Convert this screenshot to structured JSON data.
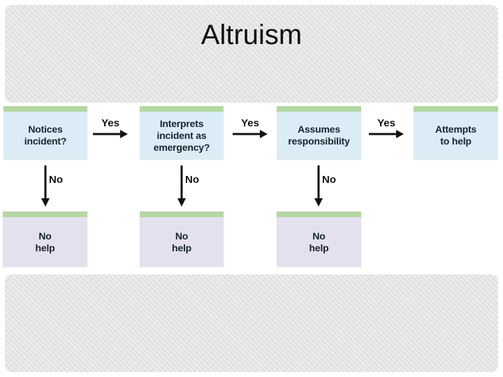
{
  "slide": {
    "title": "Altruism"
  },
  "flowchart": {
    "yes_label": "Yes",
    "no_label": "No",
    "steps": [
      {
        "label": "Notices\nincident?"
      },
      {
        "label": "Interprets\nincident as\nemergency?"
      },
      {
        "label": "Assumes\nresponsibility"
      },
      {
        "label": "Attempts\nto help"
      }
    ],
    "outcome_label": "No\nhelp"
  },
  "colors": {
    "panel_gray": "#e3e3e2",
    "decision_fill": "#dbecf6",
    "outcome_fill": "#e3e1ed",
    "accent_green": "#b5d7a3",
    "box_text": "#16242e",
    "arrow_black": "#121212",
    "title_text": "#0f0f0f",
    "background": "#ffffff"
  }
}
